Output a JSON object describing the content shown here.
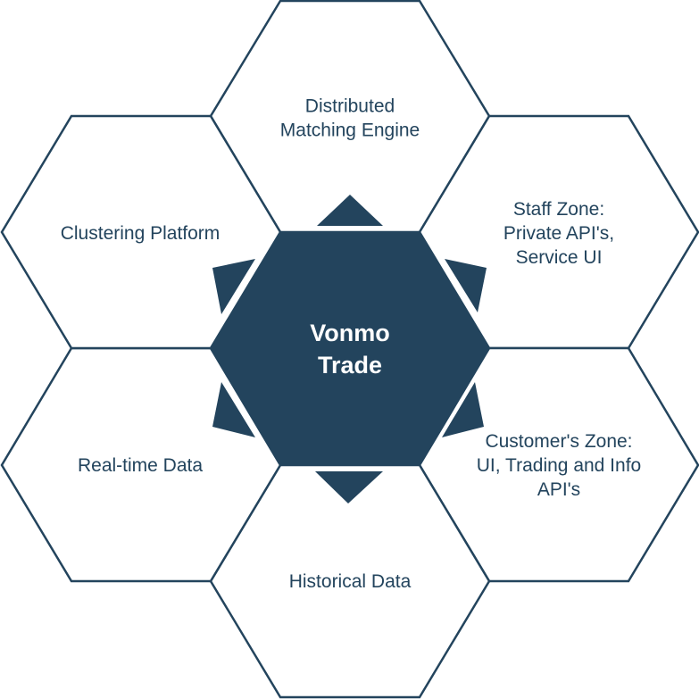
{
  "diagram": {
    "center": {
      "lines": [
        "Vonmo",
        "Trade"
      ]
    },
    "nodes": [
      {
        "id": "top",
        "lines": [
          "Distributed",
          "Matching Engine"
        ]
      },
      {
        "id": "upper-right",
        "lines": [
          "Staff Zone:",
          "Private API's,",
          "Service UI"
        ]
      },
      {
        "id": "lower-right",
        "lines": [
          "Customer's Zone:",
          "UI, Trading and Info",
          "API's"
        ]
      },
      {
        "id": "bottom",
        "lines": [
          "Historical Data"
        ]
      },
      {
        "id": "lower-left",
        "lines": [
          "Real-time Data"
        ]
      },
      {
        "id": "upper-left",
        "lines": [
          "Clustering Platform"
        ]
      }
    ]
  },
  "colors": {
    "primary": "#23445d",
    "background": "#ffffff",
    "center_text": "#ffffff"
  }
}
